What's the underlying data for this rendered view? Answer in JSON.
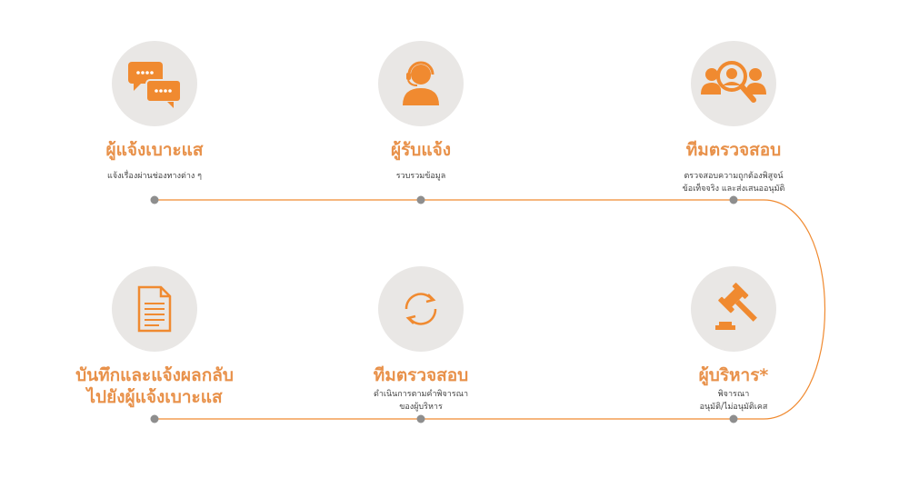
{
  "colors": {
    "accent": "#f08a30",
    "title": "#e8914a",
    "circle": "#e9e7e5",
    "dot": "#8e8e8e"
  },
  "steps": [
    {
      "icon": "chat-bubbles-icon",
      "title": "ผู้แจ้งเบาะแส",
      "desc": [
        "แจ้งเรื่องผ่านช่องทางต่าง ๆ"
      ]
    },
    {
      "icon": "headset-person-icon",
      "title": "ผู้รับแจ้ง",
      "desc": [
        "รวบรวมข้อมูล"
      ]
    },
    {
      "icon": "team-search-icon",
      "title": "ทีมตรวจสอบ",
      "desc": [
        "ตรวจสอบความถูกต้องพิสูจน์",
        "ข้อเท็จจริง และส่งเสนออนุมัติ"
      ]
    },
    {
      "icon": "gavel-icon",
      "title": "ผู้บริหาร*",
      "desc": [
        "พิจารณา",
        "อนุมัติ/ไม่อนุมัติเคส"
      ]
    },
    {
      "icon": "refresh-cycle-icon",
      "title": "ทีมตรวจสอบ",
      "desc": [
        "ดำเนินการตามคำพิจารณา",
        "ของผู้บริหาร"
      ]
    },
    {
      "icon": "document-icon",
      "title": [
        "บันทึกและแจ้งผลกลับ",
        "ไปยังผู้แจ้งเบาะแส"
      ],
      "desc": []
    }
  ]
}
